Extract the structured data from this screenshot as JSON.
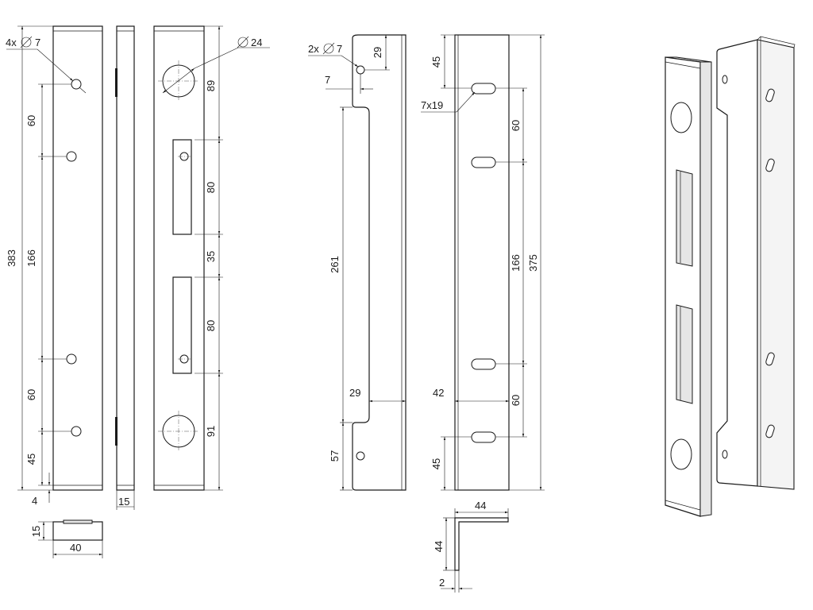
{
  "colors": {
    "line": "#1a1a1a",
    "background": "#ffffff",
    "shade": "#e6e6e6"
  },
  "strip": {
    "hole_note": "4x",
    "hole_diameter": "7",
    "dims": {
      "d60a": "60",
      "d383": "383",
      "d166": "166",
      "d60b": "60",
      "d45": "45",
      "d4": "4"
    },
    "thickness": "15",
    "section_height": "15",
    "section_width": "40"
  },
  "plate": {
    "hole_diameter": "24",
    "dims": {
      "d89": "89",
      "d80a": "80",
      "d35": "35",
      "d80b": "80",
      "d91": "91"
    }
  },
  "angle_side": {
    "hole_note": "2x",
    "hole_diameter": "7",
    "dims": {
      "d29top": "29",
      "d7": "7",
      "d261": "261",
      "d29": "29",
      "d57": "57"
    }
  },
  "angle_front": {
    "slot_note": "7x19",
    "dims": {
      "d45top": "45",
      "d60a": "60",
      "d166": "166",
      "d375": "375",
      "d42": "42",
      "d60b": "60",
      "d45bot": "45"
    }
  },
  "angle_section": {
    "width": "44",
    "height": "44",
    "thickness": "2"
  }
}
